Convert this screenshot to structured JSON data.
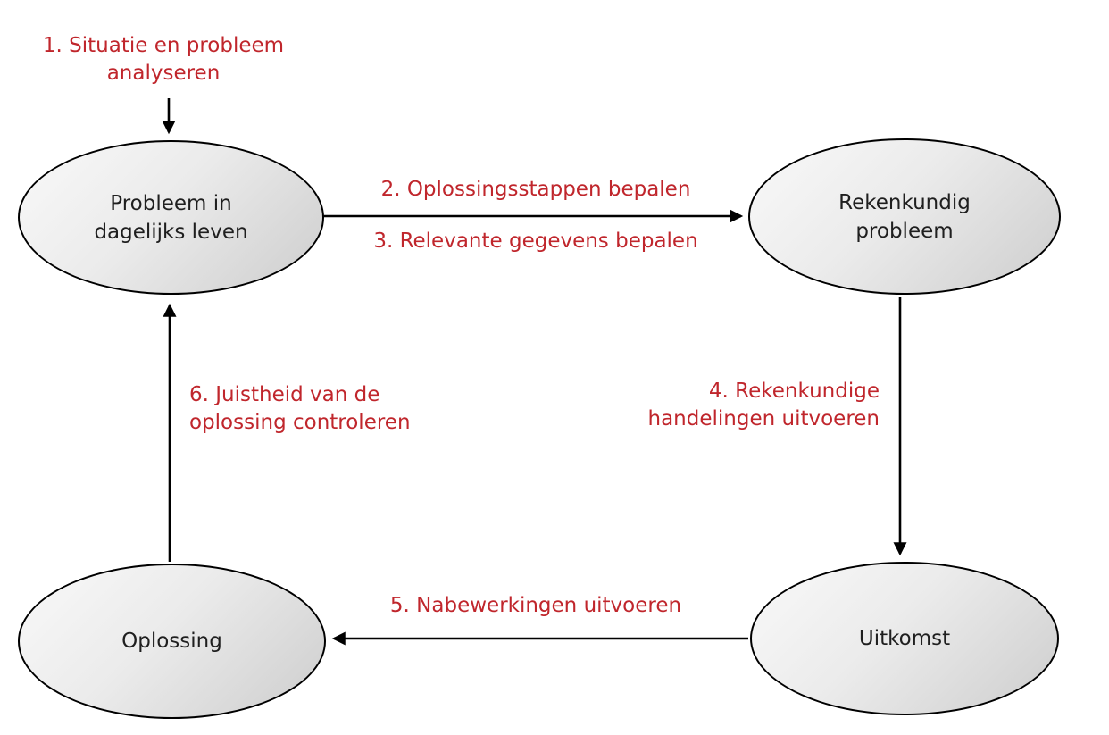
{
  "diagram": {
    "nodes": {
      "daily_problem": {
        "label": "Probleem in\ndagelijks leven"
      },
      "arithmetic_problem": {
        "label": "Rekenkundig\nprobleem"
      },
      "outcome": {
        "label": "Uitkomst"
      },
      "solution": {
        "label": "Oplossing"
      }
    },
    "steps": {
      "step1": {
        "label": "1. Situatie en probleem\nanalyseren"
      },
      "step2": {
        "label": "2. Oplossingsstappen bepalen"
      },
      "step3": {
        "label": "3. Relevante gegevens bepalen"
      },
      "step4": {
        "label": "4. Rekenkundige\nhandelingen uitvoeren"
      },
      "step5": {
        "label": "5. Nabewerkingen uitvoeren"
      },
      "step6": {
        "label": "6. Juistheid van de\noplossing controleren"
      }
    },
    "colors": {
      "step_label_red": "#c0262c",
      "node_text": "#1f1f1f",
      "node_fill_light": "#f9f9f9",
      "node_fill_dark": "#cdcdcd",
      "arrow_stroke": "#000000",
      "background": "#ffffff"
    }
  }
}
